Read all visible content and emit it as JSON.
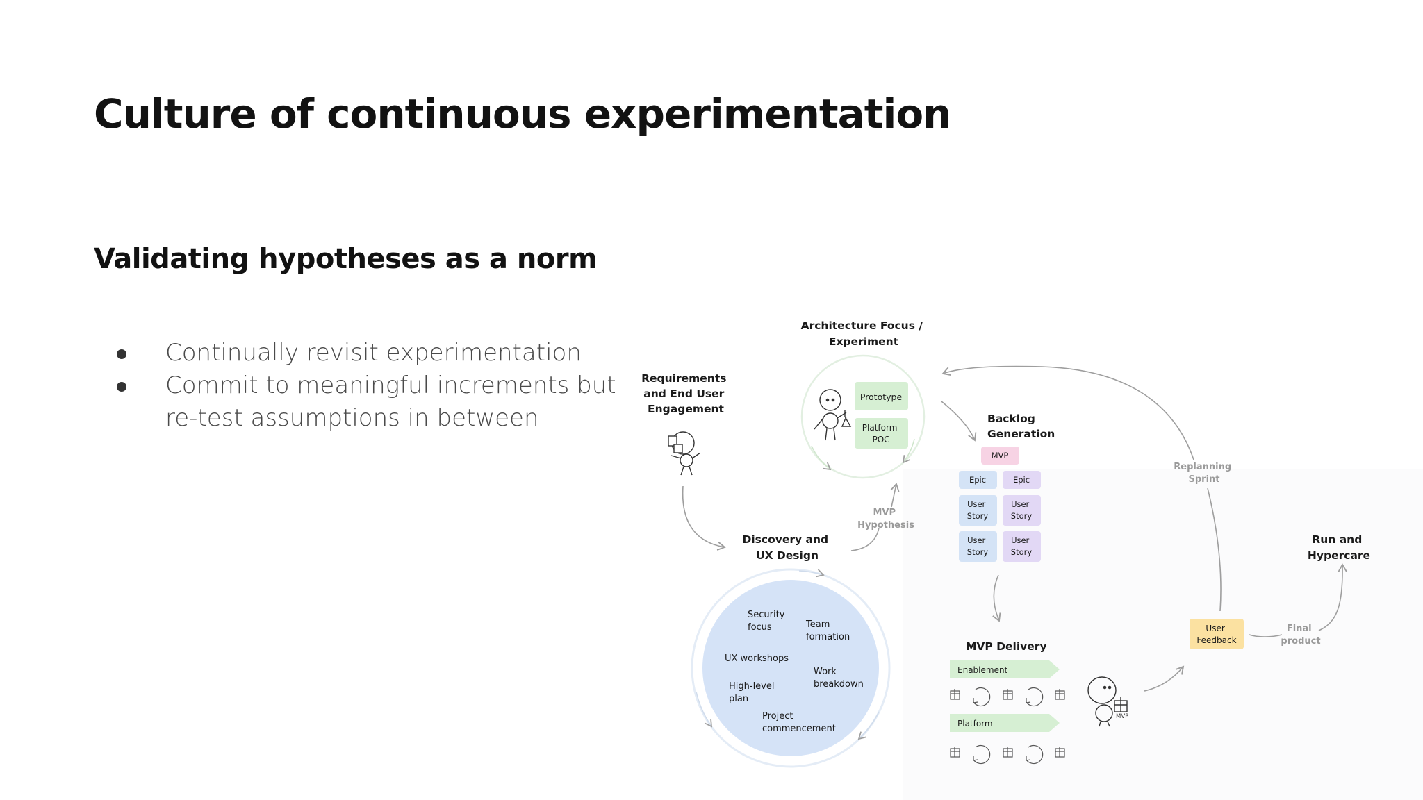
{
  "slide": {
    "title": "Culture of continuous experimentation",
    "subtitle": "Validating hypotheses as a norm",
    "bullets": [
      "Continually revisit experimentation",
      "Commit to meaningful increments but re-test assumptions in between"
    ]
  },
  "diagram": {
    "requirements": [
      "Requirements",
      "and End User",
      "Engagement"
    ],
    "architecture": [
      "Architecture Focus /",
      "Experiment"
    ],
    "prototype": "Prototype",
    "platform_poc": [
      "Platform",
      "POC"
    ],
    "backlog": [
      "Backlog",
      "Generation"
    ],
    "mvp": "MVP",
    "epic": "Epic",
    "user_story": [
      "User",
      "Story"
    ],
    "discovery": [
      "Discovery and",
      "UX Design"
    ],
    "mvp_hypothesis": [
      "MVP",
      "Hypothesis"
    ],
    "discovery_items": {
      "security": [
        "Security",
        "focus"
      ],
      "team": [
        "Team",
        "formation"
      ],
      "ux": "UX workshops",
      "work": [
        "Work",
        "breakdown"
      ],
      "plan": [
        "High-level",
        "plan"
      ],
      "project": [
        "Project",
        "commencement"
      ]
    },
    "mvp_delivery": "MVP Delivery",
    "enablement": "Enablement",
    "platform": "Platform",
    "mvp_tag": "MVP",
    "replanning": [
      "Replanning",
      "Sprint"
    ],
    "user_feedback": [
      "User",
      "Feedback"
    ],
    "final_product": [
      "Final",
      "product"
    ],
    "run": [
      "Run and",
      "Hypercare"
    ]
  },
  "colors": {
    "green": "#d6efd3",
    "pink": "#f7d3e4",
    "blue": "#d4e3f6",
    "purple": "#e2d8f5",
    "yellow": "#fbe1a1",
    "circle": "#d5e3f7",
    "arrow": "#9e9e9e"
  }
}
